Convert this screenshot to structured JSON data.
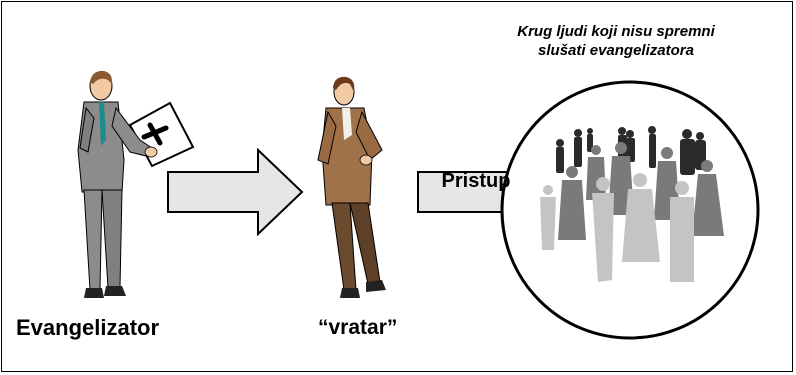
{
  "labels": {
    "evangelizator": "Evangelizator",
    "vratar": "“vratar”",
    "crowd_line1": "Krug ljudi koji nisu spremni",
    "crowd_line2": "slušati evangelizatora",
    "pristup": "Pristup"
  },
  "icons": {
    "sign": "cross-icon"
  },
  "colors": {
    "arrow_fill": "#e6e6e6",
    "suit_gray": "#8c8c8c",
    "jacket_brown": "#a0724a",
    "pants_brown": "#6b4a2e",
    "crowd_dark": "#2b2b2b",
    "crowd_mid": "#7a7a7a",
    "crowd_light": "#c4c4c4"
  }
}
